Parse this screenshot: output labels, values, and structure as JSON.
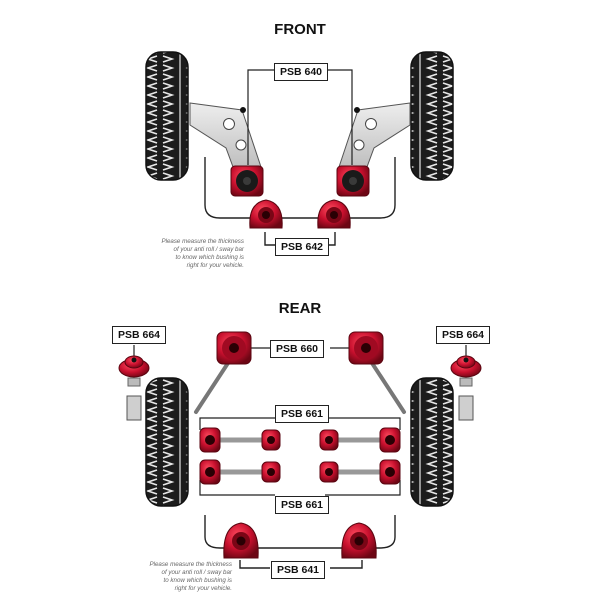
{
  "sections": {
    "front": {
      "title": "FRONT"
    },
    "rear": {
      "title": "REAR"
    }
  },
  "labels": {
    "psb640": "PSB 640",
    "psb642": "PSB 642",
    "psb664_left": "PSB 664",
    "psb664_right": "PSB 664",
    "psb660": "PSB 660",
    "psb661_top": "PSB 661",
    "psb661_bottom": "PSB 661",
    "psb641": "PSB 641"
  },
  "notes": {
    "front": [
      "Please measure the thickness",
      "of your anti roll / sway bar",
      "to know which bushing is",
      "right for your vehicle."
    ],
    "rear": [
      "Please measure the thickness",
      "of your anti roll / sway bar",
      "to know which bushing is",
      "right for your vehicle."
    ]
  },
  "colors": {
    "bushing_red": "#c8102e",
    "bushing_dark": "#1a1a1a",
    "tire": "#1c1c1c",
    "arm_grey": "#d7d7d7",
    "line": "#222222"
  }
}
